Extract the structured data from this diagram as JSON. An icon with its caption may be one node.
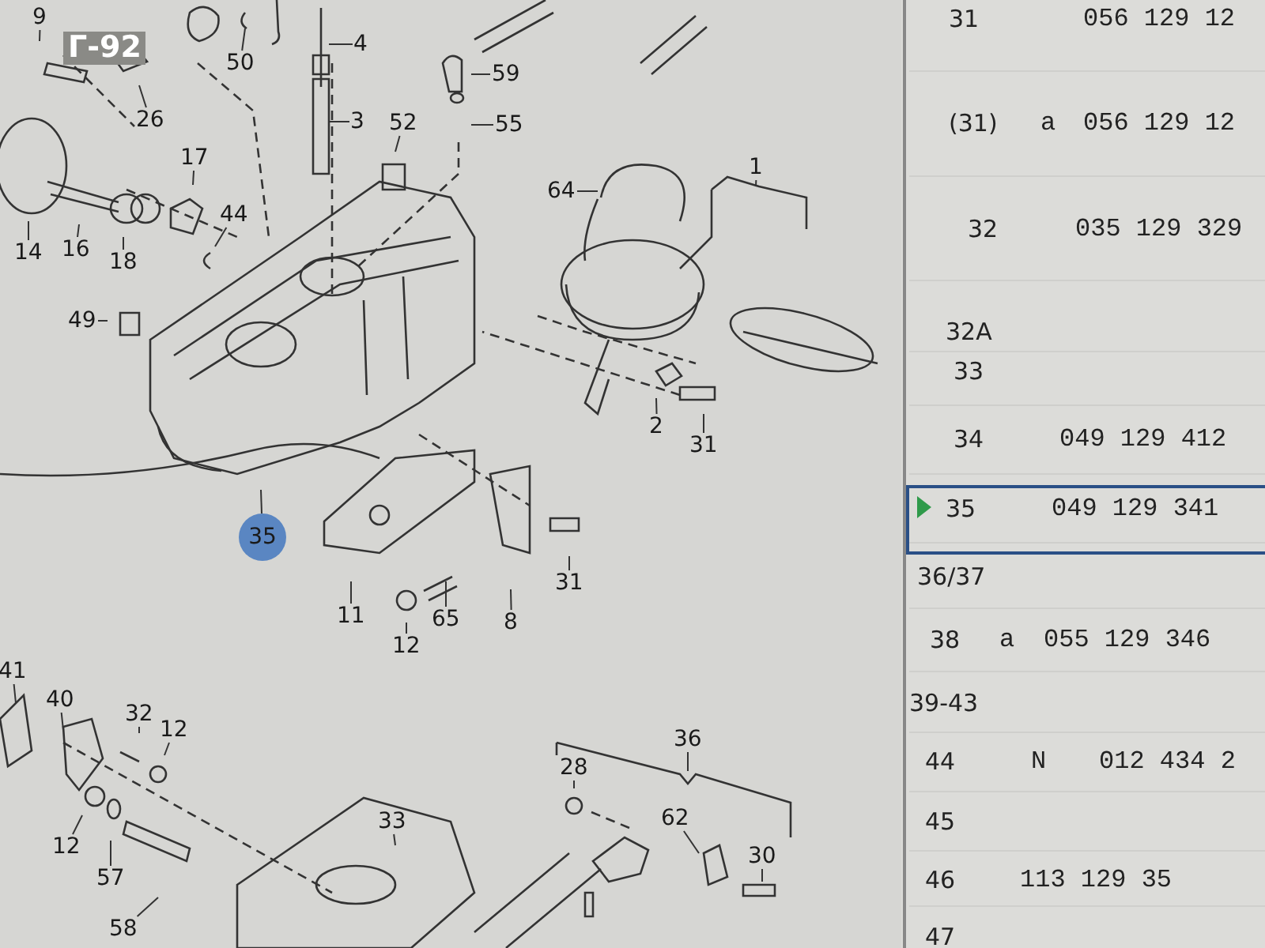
{
  "diagram": {
    "nodes": [
      {
        "text": [
          "9"
        ]
      },
      {
        "text": [
          "50"
        ]
      },
      {
        "text": [
          "4"
        ]
      },
      {
        "text": [
          "59"
        ]
      },
      {
        "text": [
          "3"
        ]
      },
      {
        "text": [
          "52"
        ]
      },
      {
        "text": [
          "55"
        ]
      },
      {
        "text": [
          "26"
        ]
      },
      {
        "text": [
          "17"
        ]
      },
      {
        "text": [
          "44"
        ]
      },
      {
        "text": [
          "14"
        ]
      },
      {
        "text": [
          "16"
        ]
      },
      {
        "text": [
          "18"
        ]
      },
      {
        "text": [
          "49"
        ]
      },
      {
        "text": [
          "64"
        ]
      },
      {
        "text": [
          "1"
        ]
      },
      {
        "text": [
          "2"
        ]
      },
      {
        "text": [
          "31"
        ]
      },
      {
        "text": [
          "35"
        ]
      },
      {
        "text": [
          "31"
        ]
      },
      {
        "text": [
          "11"
        ]
      },
      {
        "text": [
          "12"
        ]
      },
      {
        "text": [
          "65"
        ]
      },
      {
        "text": [
          "8"
        ]
      },
      {
        "text": [
          "41"
        ]
      },
      {
        "text": [
          "40"
        ]
      },
      {
        "text": [
          "32"
        ]
      },
      {
        "text": [
          "12"
        ]
      },
      {
        "text": [
          "12"
        ]
      },
      {
        "text": [
          "57"
        ]
      },
      {
        "text": [
          "58"
        ]
      },
      {
        "text": [
          "33"
        ]
      },
      {
        "text": [
          "28"
        ]
      },
      {
        "text": [
          "36"
        ]
      },
      {
        "text": [
          "62"
        ]
      },
      {
        "text": [
          "30"
        ]
      }
    ],
    "edges": [
      {
        "from": 0,
        "to": null,
        "arrow": "none"
      },
      {
        "from": 1,
        "to": null,
        "arrow": "none"
      },
      {
        "from": 2,
        "to": null,
        "arrow": "none"
      },
      {
        "from": 3,
        "to": null,
        "arrow": "none"
      },
      {
        "from": 4,
        "to": null,
        "arrow": "none"
      },
      {
        "from": 5,
        "to": null,
        "arrow": "none"
      },
      {
        "from": 6,
        "to": null,
        "arrow": "none"
      },
      {
        "from": 7,
        "to": null,
        "arrow": "none"
      },
      {
        "from": 8,
        "to": null,
        "arrow": "none"
      },
      {
        "from": 9,
        "to": null,
        "arrow": "none"
      },
      {
        "from": 10,
        "to": null,
        "arrow": "none"
      },
      {
        "from": 11,
        "to": null,
        "arrow": "none"
      },
      {
        "from": 12,
        "to": null,
        "arrow": "none"
      },
      {
        "from": 13,
        "to": null,
        "arrow": "none"
      },
      {
        "from": 14,
        "to": null,
        "arrow": "none"
      },
      {
        "from": 15,
        "to": null,
        "arrow": "none"
      },
      {
        "from": 16,
        "to": null,
        "arrow": "none"
      },
      {
        "from": 17,
        "to": null,
        "arrow": "none"
      },
      {
        "from": 18,
        "to": null,
        "arrow": "none"
      },
      {
        "from": 19,
        "to": null,
        "arrow": "none"
      },
      {
        "from": 20,
        "to": null,
        "arrow": "none"
      },
      {
        "from": 21,
        "to": null,
        "arrow": "none"
      },
      {
        "from": 22,
        "to": null,
        "arrow": "none"
      },
      {
        "from": 23,
        "to": null,
        "arrow": "none"
      },
      {
        "from": 24,
        "to": null,
        "arrow": "none"
      },
      {
        "from": 25,
        "to": null,
        "arrow": "none"
      },
      {
        "from": 26,
        "to": null,
        "arrow": "none"
      },
      {
        "from": 27,
        "to": null,
        "arrow": "none"
      },
      {
        "from": 28,
        "to": null,
        "arrow": "none"
      },
      {
        "from": 29,
        "to": null,
        "arrow": "none"
      },
      {
        "from": 30,
        "to": null,
        "arrow": "none"
      },
      {
        "from": 31,
        "to": null,
        "arrow": "none"
      },
      {
        "from": 32,
        "to": null,
        "arrow": "none"
      },
      {
        "from": 33,
        "to": null,
        "arrow": "none"
      },
      {
        "from": 34,
        "to": null,
        "arrow": "none"
      },
      {
        "from": 35,
        "to": null,
        "arrow": "none"
      }
    ],
    "labels": [
      "Г-92",
      "31",
      "056 129 12",
      "(31)",
      "a",
      "056 129 12",
      "32",
      "035 129 329",
      "32A",
      "33",
      "34",
      "049 129 412",
      "35",
      "049 129 341",
      "36/37",
      "38",
      "a",
      "055 129 346",
      "39-43",
      "44",
      "N",
      "012 434 2",
      "45",
      "46",
      "113 129 35",
      "47"
    ]
  }
}
